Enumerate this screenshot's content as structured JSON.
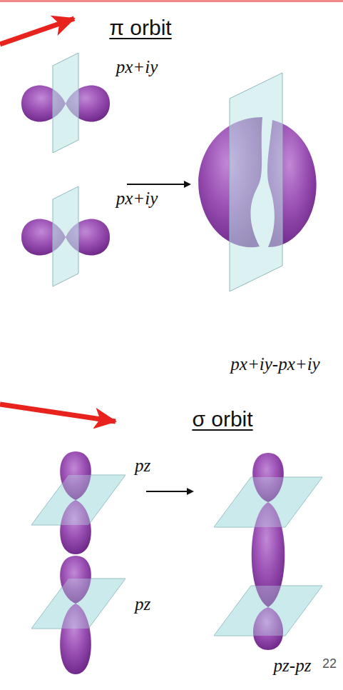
{
  "diagram": {
    "labels": [
      "π orbit",
      "px+iy",
      "px+iy",
      "px+iy-px+iy",
      "σ orbit",
      "pz",
      "pz",
      "pz-pz",
      "22"
    ]
  }
}
